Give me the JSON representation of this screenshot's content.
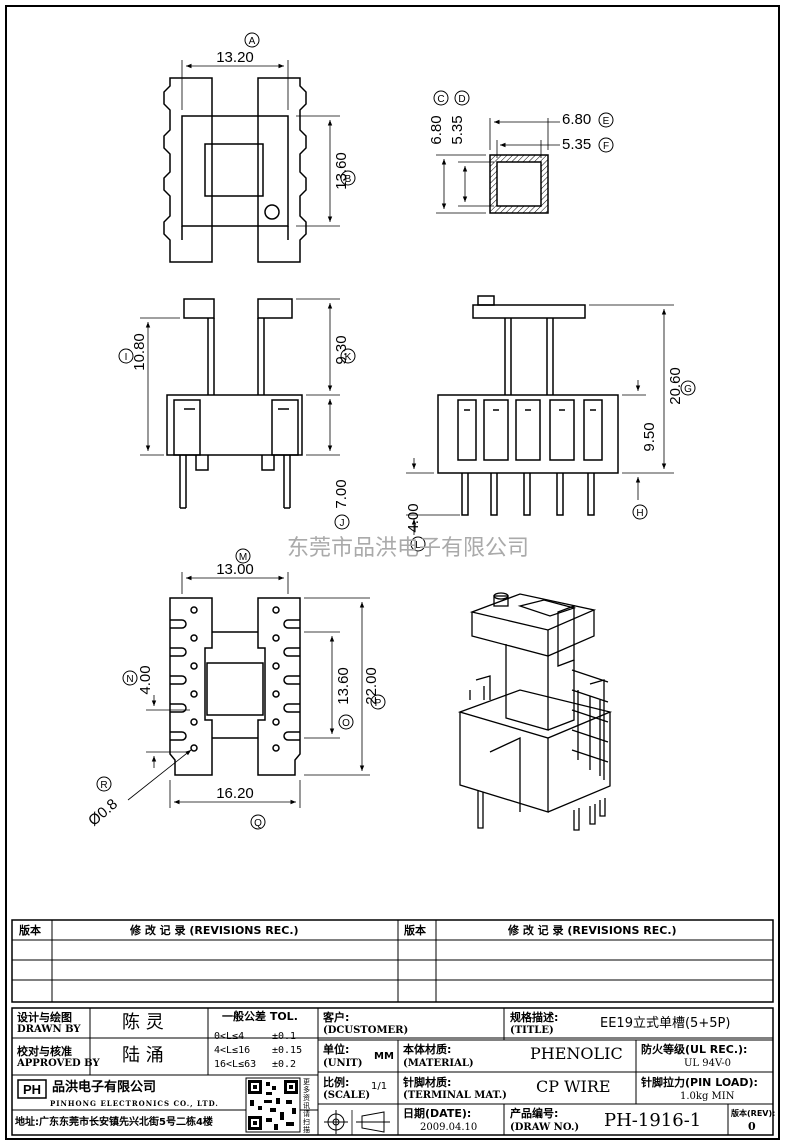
{
  "views": {
    "top": {
      "circle": "A",
      "width": "13.20",
      "height": "13.60",
      "height_circle": "B"
    },
    "core": {
      "c1": "6.80",
      "c1_circle": "C",
      "c2": "5.35",
      "c2_circle": "D",
      "e": "6.80",
      "e_circle": "E",
      "f": "5.35",
      "f_circle": "F"
    },
    "front": {
      "total": "10.80",
      "total_circle": "I",
      "upper": "9.30",
      "upper_circle": "K",
      "pin": "7.00",
      "pin_circle": "J"
    },
    "side": {
      "total": "20.60",
      "total_circle": "G",
      "body": "9.50",
      "pin_circle": "H",
      "pin": "4.00",
      "pin_circle2": "L"
    },
    "bottom": {
      "circle": "M",
      "top_width": "13.00",
      "pitch": "4.00",
      "pitch_circle": "N",
      "inner": "13.60",
      "inner_circle": "O",
      "outer": "22.00",
      "outer_circle": "P",
      "bottom_width": "16.20",
      "bottom_circle": "Q",
      "pin_circle": "R",
      "pin_dia": "Ø0.8"
    }
  },
  "watermark": "东莞市品洪电子有限公司",
  "revisions": {
    "ver_label": "版本",
    "rec_label": "修 改 记 录 (REVISIONS REC.)",
    "rows": [
      [
        "",
        ""
      ],
      [
        "",
        ""
      ],
      [
        "",
        ""
      ]
    ]
  },
  "title_block": {
    "drawn_label_cn": "设计与绘图",
    "drawn_label_en": "DRAWN BY",
    "drawn_value": "陈 灵",
    "approved_label_cn": "校对与核准",
    "approved_label_en": "APPROVED BY",
    "approved_value": "陆 涌",
    "tol_title": "一般公差 TOL.",
    "tol_rows": [
      {
        "range": "0<L≤4",
        "tol": "±0.1"
      },
      {
        "range": "4<L≤16",
        "tol": "±0.15"
      },
      {
        "range": "16<L≤63",
        "tol": "±0.2"
      }
    ],
    "customer_label_cn": "客户:",
    "customer_label_en": "(DCUSTOMER)",
    "customer_value": "",
    "title_label_cn": "规格描述:",
    "title_label_en": "(TITLE)",
    "title_value": "EE19立式单槽(5+5P)",
    "unit_label_cn": "单位:",
    "unit_label_en": "(UNIT)",
    "unit_value": "MM",
    "material_label_cn": "本体材质:",
    "material_label_en": "(MATERIAL)",
    "material_value": "PHENOLIC",
    "ul_label": "防火等级(UL REC.):",
    "ul_value": "UL 94V-0",
    "scale_label_cn": "比例:",
    "scale_label_en": "(SCALE)",
    "scale_value": "1/1",
    "terminal_label_cn": "针脚材质:",
    "terminal_label_en": "(TERMINAL MAT.)",
    "terminal_value": "CP WIRE",
    "pinload_label": "针脚拉力(PIN LOAD):",
    "pinload_value": "1.0kg MIN",
    "company_cn": "品洪电子有限公司",
    "company_en": "PINHONG ELECTRONICS CO., LTD.",
    "logo": "PH",
    "address": "地址:广东东莞市长安镇先兴北街5号二栋4楼",
    "qr_side": "更多资讯请扫描",
    "date_label_cn": "日期(DATE):",
    "date_value": "2009.04.10",
    "drawno_label_cn": "产品编号:",
    "drawno_label_en": "(DRAW NO.)",
    "drawno_value": "PH-1916-1",
    "rev_label": "版本(REV):",
    "rev_value": "0"
  }
}
